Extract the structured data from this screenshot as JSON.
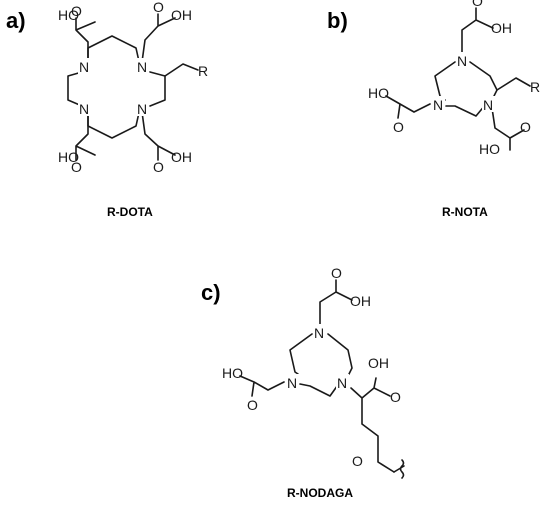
{
  "panels": [
    {
      "letter": "a)",
      "name": "R-DOTA"
    },
    {
      "letter": "b)",
      "name": "R-NOTA"
    },
    {
      "letter": "c)",
      "name": "R-NODAGA"
    }
  ],
  "atoms": {
    "n": "N",
    "cooh_left": "HO",
    "cooh_right": "OH",
    "o": "O",
    "r": "R"
  }
}
